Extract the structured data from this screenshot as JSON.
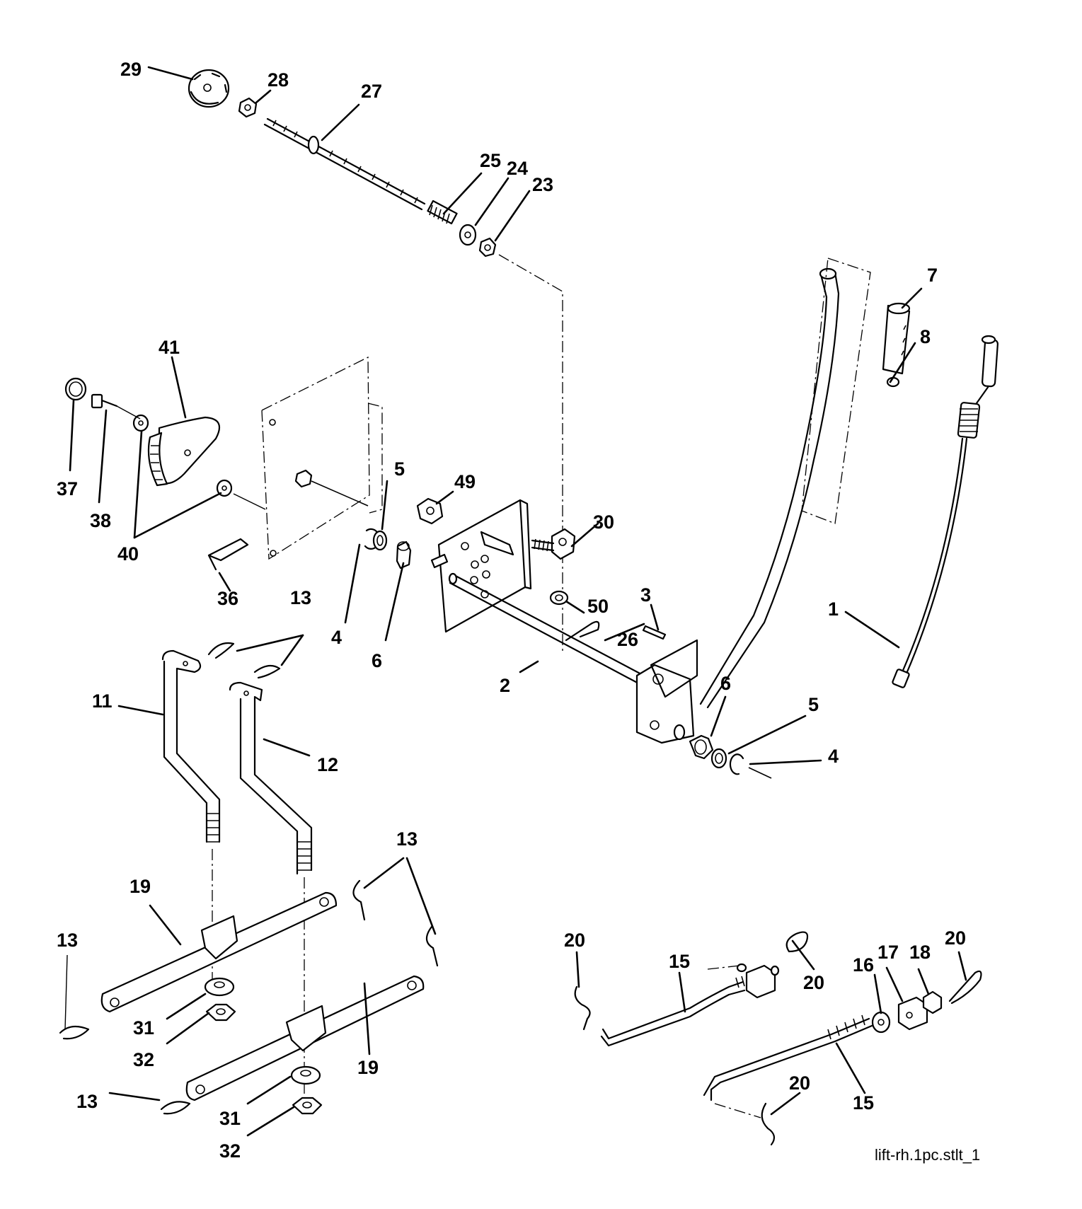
{
  "drawing_ref": "lift-rh.1pc.stlt_1",
  "callouts": {
    "c29": "29",
    "c28": "28",
    "c27": "27",
    "c25": "25",
    "c24": "24",
    "c23": "23",
    "c41": "41",
    "c37": "37",
    "c38": "38",
    "c40": "40",
    "c36": "36",
    "c5a": "5",
    "c49": "49",
    "c30": "30",
    "c4a": "4",
    "c6a": "6",
    "c50": "50",
    "c3": "3",
    "c26": "26",
    "c2": "2",
    "c7": "7",
    "c8": "8",
    "c1": "1",
    "c6b": "6",
    "c5b": "5",
    "c4b": "4",
    "c13a": "13",
    "c11": "11",
    "c12": "12",
    "c13b": "13",
    "c19a": "19",
    "c13c": "13",
    "c31a": "31",
    "c32a": "32",
    "c19b": "19",
    "c13d": "13",
    "c31b": "31",
    "c32b": "32",
    "c20a": "20",
    "c15a": "15",
    "c20b": "20",
    "c16": "16",
    "c17": "17",
    "c18": "18",
    "c20c": "20",
    "c20d": "20",
    "c15b": "15"
  }
}
